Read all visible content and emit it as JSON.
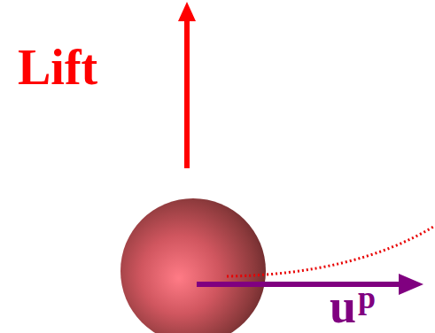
{
  "diagram": {
    "labels": [
      "Lift",
      "u",
      "p"
    ]
  }
}
